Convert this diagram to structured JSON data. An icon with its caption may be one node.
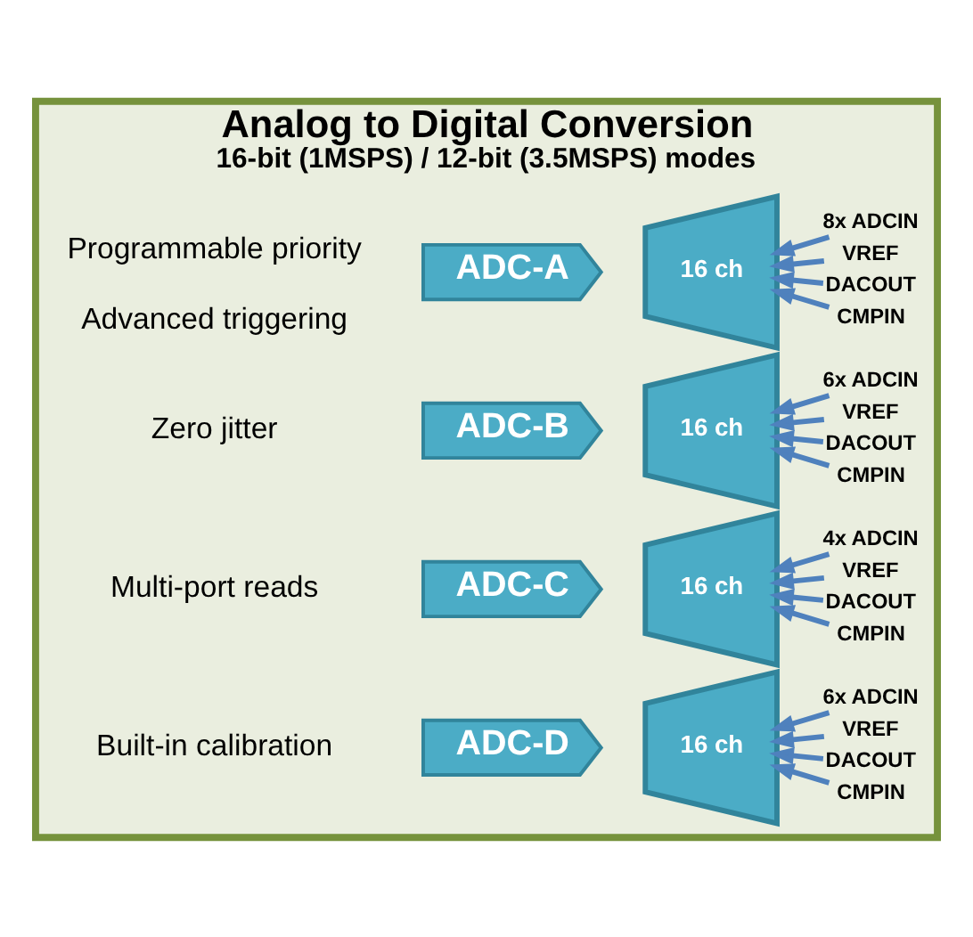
{
  "diagram": {
    "nodes": [
      {
        "text": [
          "Analog to Digital Conversion",
          "16-bit (1MSPS) / 12-bit (3.5MSPS) modes"
        ]
      },
      {
        "text": [
          "ADC-A"
        ],
        "in": 0
      },
      {
        "text": [
          "16 ch"
        ],
        "in": 0
      },
      {
        "text": [
          "8x ADCIN"
        ],
        "in": 0
      },
      {
        "text": [
          "VREF"
        ],
        "in": 0
      },
      {
        "text": [
          "DACOUT"
        ],
        "in": 0
      },
      {
        "text": [
          "CMPIN"
        ],
        "in": 0
      },
      {
        "text": [
          "ADC-B"
        ],
        "in": 0
      },
      {
        "text": [
          "16 ch"
        ],
        "in": 0
      },
      {
        "text": [
          "6x ADCIN"
        ],
        "in": 0
      },
      {
        "text": [
          "VREF"
        ],
        "in": 0
      },
      {
        "text": [
          "DACOUT"
        ],
        "in": 0
      },
      {
        "text": [
          "CMPIN"
        ],
        "in": 0
      },
      {
        "text": [
          "ADC-C"
        ],
        "in": 0
      },
      {
        "text": [
          "16 ch"
        ],
        "in": 0
      },
      {
        "text": [
          "4x ADCIN"
        ],
        "in": 0
      },
      {
        "text": [
          "VREF"
        ],
        "in": 0
      },
      {
        "text": [
          "DACOUT"
        ],
        "in": 0
      },
      {
        "text": [
          "CMPIN"
        ],
        "in": 0
      },
      {
        "text": [
          "ADC-D"
        ],
        "in": 0
      },
      {
        "text": [
          "16 ch"
        ],
        "in": 0
      },
      {
        "text": [
          "6x ADCIN"
        ],
        "in": 0
      },
      {
        "text": [
          "VREF"
        ],
        "in": 0
      },
      {
        "text": [
          "DACOUT"
        ],
        "in": 0
      },
      {
        "text": [
          "CMPIN"
        ],
        "in": 0
      }
    ],
    "edges": [
      {
        "from": 3,
        "to": 2,
        "arrow": "to"
      },
      {
        "from": 4,
        "to": 2,
        "arrow": "to"
      },
      {
        "from": 5,
        "to": 2,
        "arrow": "to"
      },
      {
        "from": 6,
        "to": 2,
        "arrow": "to"
      },
      {
        "from": 9,
        "to": 8,
        "arrow": "to"
      },
      {
        "from": 10,
        "to": 8,
        "arrow": "to"
      },
      {
        "from": 11,
        "to": 8,
        "arrow": "to"
      },
      {
        "from": 12,
        "to": 8,
        "arrow": "to"
      },
      {
        "from": 15,
        "to": 14,
        "arrow": "to"
      },
      {
        "from": 16,
        "to": 14,
        "arrow": "to"
      },
      {
        "from": 17,
        "to": 14,
        "arrow": "to"
      },
      {
        "from": 18,
        "to": 14,
        "arrow": "to"
      },
      {
        "from": 21,
        "to": 20,
        "arrow": "to"
      },
      {
        "from": 22,
        "to": 20,
        "arrow": "to"
      },
      {
        "from": 23,
        "to": 20,
        "arrow": "to"
      },
      {
        "from": 24,
        "to": 20,
        "arrow": "to"
      }
    ],
    "labels": [
      "Advanced triggering",
      "Programmable priority",
      "Zero jitter",
      "Multi-port reads",
      "Built-in calibration"
    ]
  }
}
